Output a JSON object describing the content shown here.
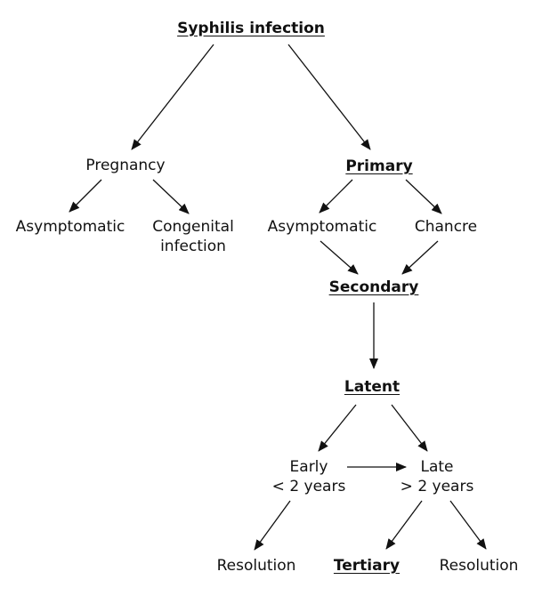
{
  "diagram": {
    "nodes": {
      "syphilis_infection": "Syphilis infection",
      "pregnancy": "Pregnancy",
      "primary": "Primary",
      "asymptomatic_pregnancy": "Asymptomatic",
      "congenital_line1": "Congenital",
      "congenital_line2": "infection",
      "asymptomatic_primary": "Asymptomatic",
      "chancre": "Chancre",
      "secondary": "Secondary",
      "latent": "Latent",
      "early_line1": "Early",
      "early_line2": "< 2 years",
      "late_line1": "Late",
      "late_line2": "> 2 years",
      "resolution_early": "Resolution",
      "tertiary": "Tertiary",
      "resolution_late": "Resolution"
    },
    "edges": [
      {
        "from": "syphilis_infection",
        "to": "pregnancy"
      },
      {
        "from": "syphilis_infection",
        "to": "primary"
      },
      {
        "from": "pregnancy",
        "to": "asymptomatic_pregnancy"
      },
      {
        "from": "pregnancy",
        "to": "congenital_infection"
      },
      {
        "from": "primary",
        "to": "asymptomatic_primary"
      },
      {
        "from": "primary",
        "to": "chancre"
      },
      {
        "from": "asymptomatic_primary",
        "to": "secondary"
      },
      {
        "from": "chancre",
        "to": "secondary"
      },
      {
        "from": "secondary",
        "to": "latent"
      },
      {
        "from": "latent",
        "to": "early"
      },
      {
        "from": "latent",
        "to": "late"
      },
      {
        "from": "early",
        "to": "late"
      },
      {
        "from": "early",
        "to": "resolution_early"
      },
      {
        "from": "late",
        "to": "tertiary"
      },
      {
        "from": "late",
        "to": "resolution_late"
      }
    ],
    "colors": {
      "line": "#111111",
      "text": "#111111",
      "background": "#ffffff"
    }
  }
}
